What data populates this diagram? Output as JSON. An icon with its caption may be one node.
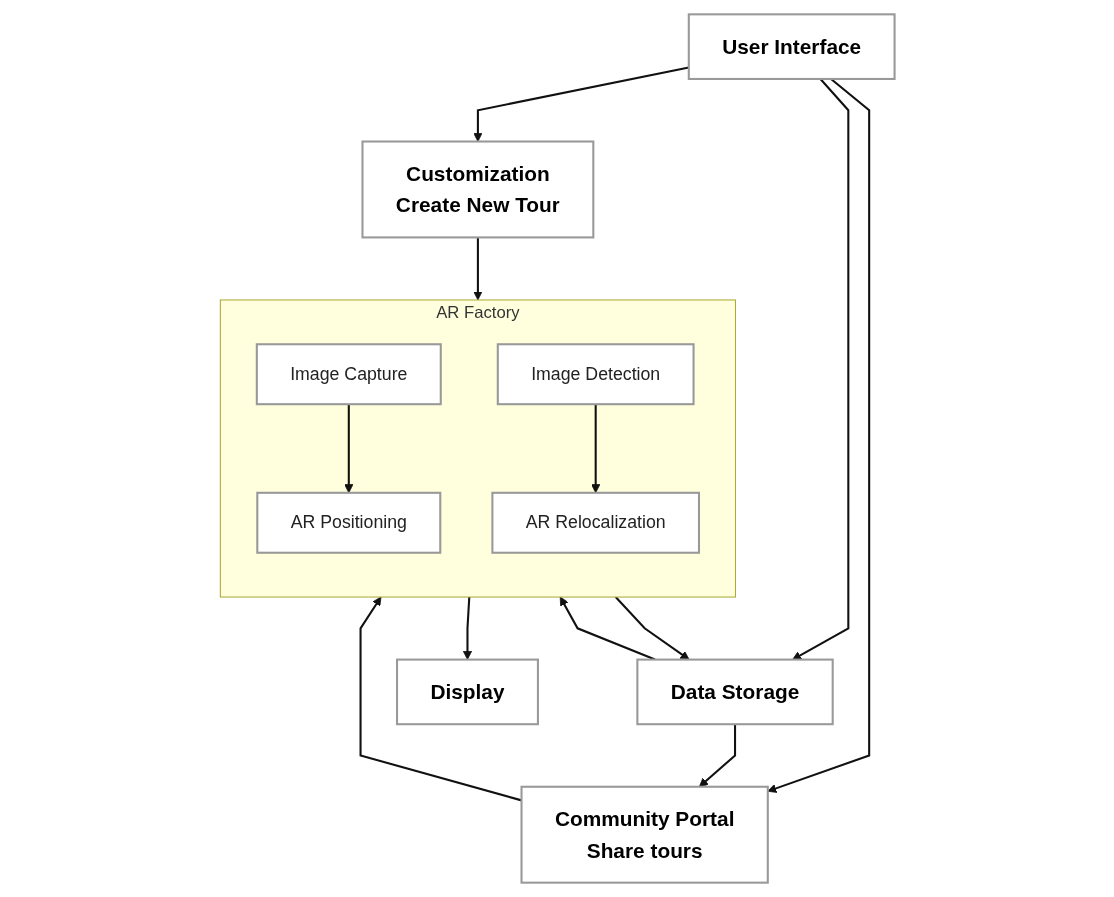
{
  "diagram": {
    "nodes": [
      {
        "text": [
          "User Interface"
        ]
      },
      {
        "text": [
          "Customization",
          "Create New Tour"
        ]
      },
      {
        "text": [
          "Data Storage"
        ]
      },
      {
        "text": [
          "Community Portal",
          "Share tours"
        ]
      },
      {
        "text": [
          "AR Factory"
        ]
      },
      {
        "text": [
          "Image Capture"
        ],
        "in": 4
      },
      {
        "text": [
          "Image Detection"
        ],
        "in": 4
      },
      {
        "text": [
          "AR Positioning"
        ],
        "in": 4
      },
      {
        "text": [
          "AR Relocalization"
        ],
        "in": 4
      },
      {
        "text": [
          "Display"
        ]
      }
    ],
    "edges": [
      {
        "from": 0,
        "to": 1,
        "arrow": "to"
      },
      {
        "from": 0,
        "to": 2,
        "arrow": "to"
      },
      {
        "from": 0,
        "to": 3,
        "arrow": "to"
      },
      {
        "from": 2,
        "to": 3,
        "arrow": "to"
      },
      {
        "from": 2,
        "to": 4,
        "arrow": "to"
      },
      {
        "from": 4,
        "to": 2,
        "arrow": "to"
      },
      {
        "from": 1,
        "to": 4,
        "arrow": "to"
      },
      {
        "from": 3,
        "to": 4,
        "arrow": "to"
      },
      {
        "from": 5,
        "to": 7,
        "arrow": "to"
      },
      {
        "from": 6,
        "to": 8,
        "arrow": "to"
      },
      {
        "from": 4,
        "to": 9,
        "arrow": "to"
      }
    ]
  }
}
